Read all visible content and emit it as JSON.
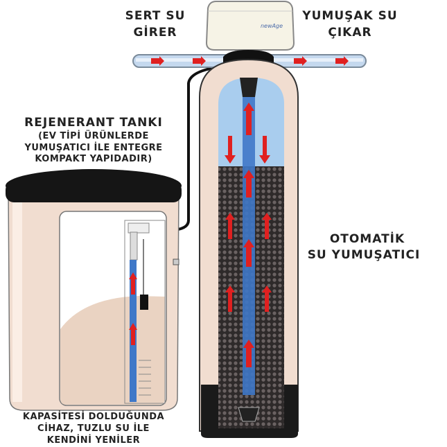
{
  "labels": {
    "inlet_line1": "SERT SU",
    "inlet_line2": "GİRER",
    "outlet_line1": "YUMUŞAK SU",
    "outlet_line2": "ÇIKAR",
    "brine_title": "REJENERANT TANKI",
    "brine_note": [
      "(EV TİPİ ÜRÜNLERDE",
      "YUMUŞATICI İLE ENTEGRE",
      "KOMPAKT YAPIDADIR)"
    ],
    "softener_line1": "OTOMATİK",
    "softener_line2": "SU YUMUŞATICI",
    "regen_note": [
      "KAPASİTESİ DOLDUĞUNDA",
      "CİHAZ, TUZLU SU İLE",
      "KENDİNİ YENİLER"
    ]
  },
  "valve_brand": "newAge",
  "colors": {
    "tank_shell": "#f1ddd0",
    "water": "#a9cdee",
    "tube": "#3f78c8",
    "media": "#3a3434",
    "arrow": "#e02020",
    "brine": "#ead3c2"
  }
}
